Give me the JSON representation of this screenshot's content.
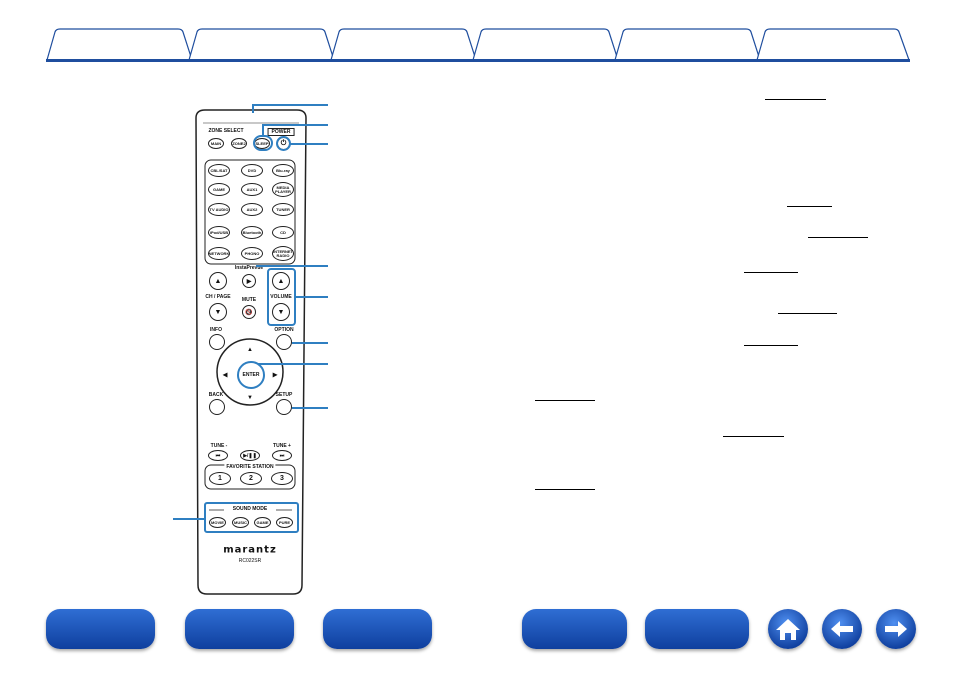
{
  "tabs": [
    "",
    "",
    "",
    "",
    "",
    ""
  ],
  "remote": {
    "zone_select": "ZONE SELECT",
    "power": "POWER",
    "main": "MAIN",
    "zone2": "ZONE2",
    "sleep": "SLEEP",
    "sources": [
      "CBL/SAT",
      "DVD",
      "Blu-ray",
      "GAME",
      "AUX1",
      "MEDIA PLAYER",
      "TV AUDIO",
      "AUX2",
      "TUNER",
      "iPod/USB",
      "Bluetooth",
      "CD",
      "NETWORK",
      "PHONO",
      "INTERNET RADIO"
    ],
    "instaprevue": "InstaPrevue",
    "ch_page": "CH / PAGE",
    "mute": "MUTE",
    "volume": "VOLUME",
    "info": "INFO",
    "option": "OPTION",
    "enter": "ENTER",
    "back": "BACK",
    "setup": "SETUP",
    "tune_minus": "TUNE -",
    "tune_plus": "TUNE +",
    "favorite_station": "FAVORITE STATION",
    "fav": [
      "1",
      "2",
      "3"
    ],
    "sound_mode": "SOUND MODE",
    "modes": [
      "MOVIE",
      "MUSIC",
      "GAME",
      "PURE"
    ],
    "brand": "marantz",
    "model": "RC022SR"
  },
  "colors": {
    "accent": "#2f7fc1",
    "tab_border": "#1f4e9e",
    "nav": "#1a55bf"
  },
  "icons": [
    "home-icon",
    "back-arrow-icon",
    "forward-arrow-icon"
  ]
}
